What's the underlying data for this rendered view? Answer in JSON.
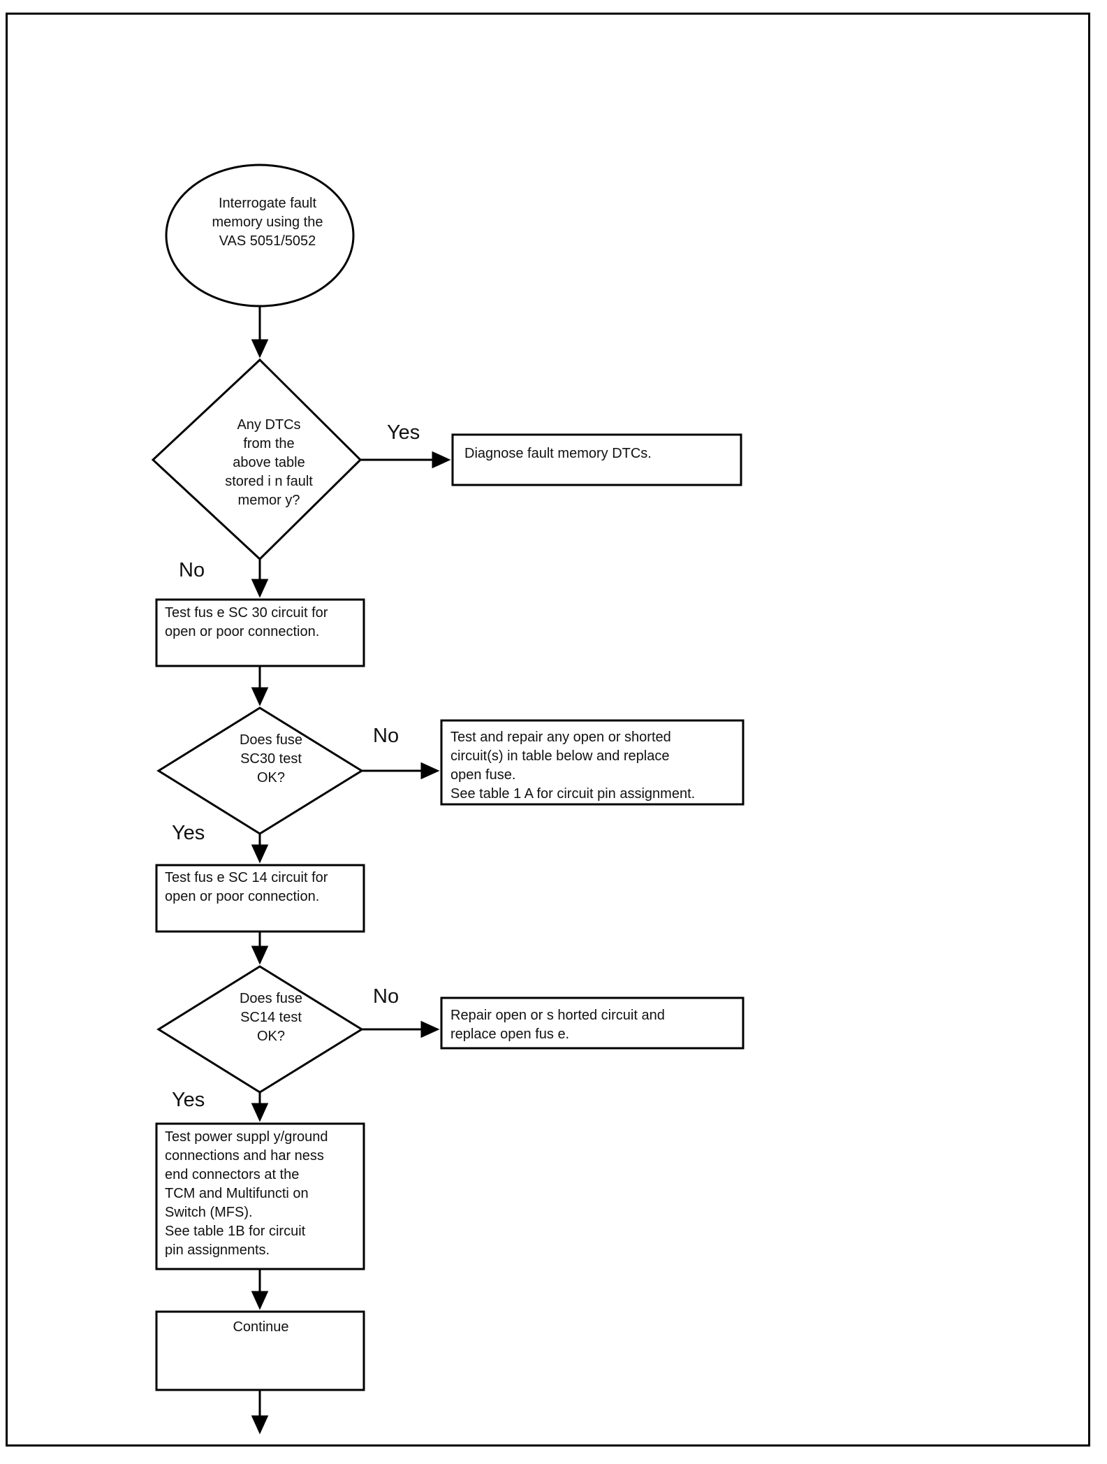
{
  "document": {
    "kind": "diagnostic-flowchart",
    "border_color": "#000000",
    "line_color": "#000000",
    "text_color": "#111111",
    "background": "#ffffff"
  },
  "chart_data": {
    "type": "flowchart",
    "title": "",
    "orientation": "top-to-bottom",
    "nodes": [
      {
        "id": "start",
        "shape": "ellipse",
        "text": "Interrogate fault\nmemory using the\nVAS 5051/5052"
      },
      {
        "id": "decision-dtc",
        "shape": "diamond",
        "text": "Any DTCs\nfrom the\nabove table\nstored i n fault\nmemor y?"
      },
      {
        "id": "result-dtc",
        "shape": "rectangle",
        "text": "Diagnose fault memory DTCs."
      },
      {
        "id": "proc-sc30",
        "shape": "rectangle",
        "text": "Test fus e SC 30 circuit for\nopen or poor connection."
      },
      {
        "id": "decision-sc30",
        "shape": "diamond",
        "text": "Does fuse\nSC30 test\nOK?"
      },
      {
        "id": "result-sc30",
        "shape": "rectangle",
        "text": "Test and repair any open or shorted\ncircuit(s) in table below and replace\nopen fuse.\nSee table 1 A for circuit pin assignment."
      },
      {
        "id": "proc-sc14",
        "shape": "rectangle",
        "text": "Test fus e SC 14 circuit for\nopen or poor connection."
      },
      {
        "id": "decision-sc14",
        "shape": "diamond",
        "text": "Does fuse\nSC14 test\nOK?"
      },
      {
        "id": "result-sc14",
        "shape": "rectangle",
        "text": "Repair open or s horted circuit and\nreplace open fus e."
      },
      {
        "id": "proc-power",
        "shape": "rectangle",
        "text": "Test power suppl y/ground\nconnections and har ness\nend connectors at the\nTCM and Multifuncti on\nSwitch (MFS).\nSee table 1B for circuit\npin assignments."
      },
      {
        "id": "continue",
        "shape": "rectangle",
        "text": "Continue"
      }
    ],
    "edges": [
      {
        "from": "start",
        "to": "decision-dtc",
        "label": ""
      },
      {
        "from": "decision-dtc",
        "to": "result-dtc",
        "label": "Yes"
      },
      {
        "from": "decision-dtc",
        "to": "proc-sc30",
        "label": "No"
      },
      {
        "from": "proc-sc30",
        "to": "decision-sc30",
        "label": ""
      },
      {
        "from": "decision-sc30",
        "to": "result-sc30",
        "label": "No"
      },
      {
        "from": "decision-sc30",
        "to": "proc-sc14",
        "label": "Yes"
      },
      {
        "from": "proc-sc14",
        "to": "decision-sc14",
        "label": ""
      },
      {
        "from": "decision-sc14",
        "to": "result-sc14",
        "label": "No"
      },
      {
        "from": "decision-sc14",
        "to": "proc-power",
        "label": "Yes"
      },
      {
        "from": "proc-power",
        "to": "continue",
        "label": ""
      },
      {
        "from": "continue",
        "to": "",
        "label": ""
      }
    ]
  },
  "flow": {
    "start": {
      "text": "Interrogate fault\nmemory using the\nVAS 5051/5052"
    },
    "decision_dtc": {
      "text": "Any DTCs\nfrom the\nabove table\nstored i n fault\nmemor y?",
      "yes_label": "Yes",
      "no_label": "No"
    },
    "result_dtc": {
      "text": "Diagnose fault memory DTCs."
    },
    "proc_sc30": {
      "text": "Test fus e SC 30 circuit for\nopen or poor connection."
    },
    "decision_sc30": {
      "text": "Does fuse\nSC30 test\nOK?",
      "no_label": "No",
      "yes_label": "Yes"
    },
    "result_sc30": {
      "text": "Test and repair any open or shorted\ncircuit(s) in table below and replace\nopen fuse.\nSee table 1 A for circuit pin assignment."
    },
    "proc_sc14": {
      "text": "Test fus e SC 14 circuit for\nopen or poor connection."
    },
    "decision_sc14": {
      "text": "Does fuse\nSC14 test\nOK?",
      "no_label": "No",
      "yes_label": "Yes"
    },
    "result_sc14": {
      "text": "Repair open or s horted circuit and\nreplace open fus e."
    },
    "proc_power": {
      "text": "Test power suppl y/ground\nconnections and har ness\nend connectors at the\nTCM and Multifuncti on\nSwitch (MFS).\nSee table 1B for circuit\npin assignments."
    },
    "continue_node": {
      "text": "Continue"
    }
  }
}
